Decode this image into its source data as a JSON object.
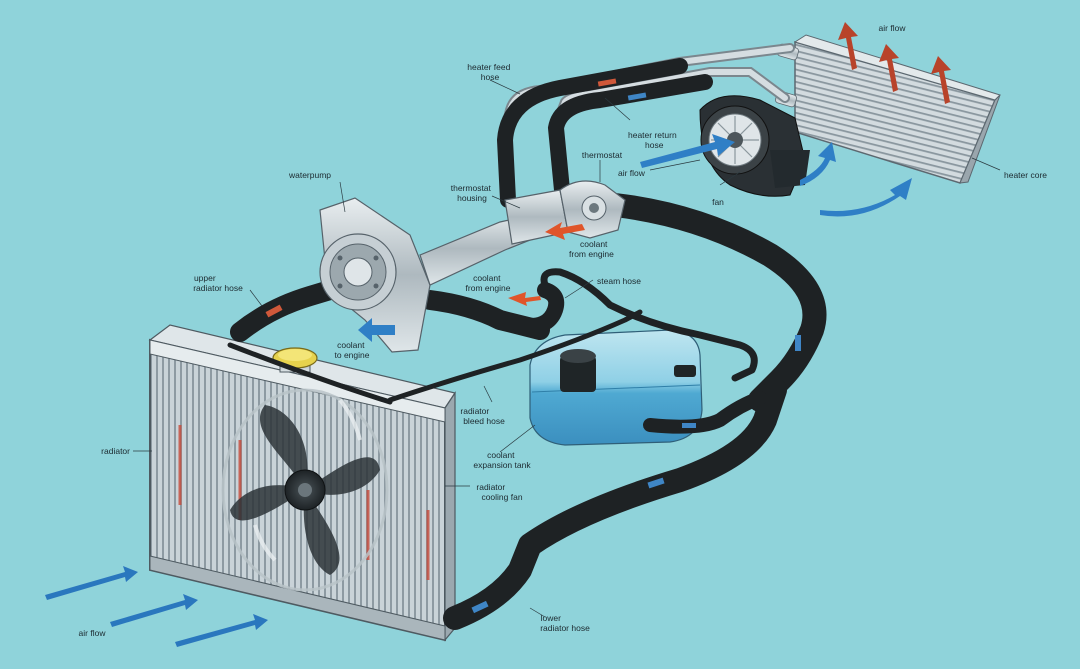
{
  "colors": {
    "background": "#8fd3da",
    "hose": "#1e2224",
    "metal": "#c4ced4",
    "hot_arrow": "#e0552a",
    "cool_arrow": "#2f7fc6",
    "tank": "#6ec3de"
  },
  "labels": {
    "air_flow_top": "air flow",
    "heater_feed_hose": [
      "heater feed",
      "hose"
    ],
    "heater_return_hose": [
      "heater return",
      "hose"
    ],
    "thermostat": "thermostat",
    "air_flow_fan": "air flow",
    "fan": "fan",
    "heater_core": "heater core",
    "waterpump": "waterpump",
    "thermostat_housing": [
      "thermostat",
      "housing"
    ],
    "coolant_from_engine_1": [
      "coolant",
      "from engine"
    ],
    "coolant_from_engine_2": [
      "coolant",
      "from engine"
    ],
    "steam_hose": "steam hose",
    "upper_radiator_hose": [
      "upper",
      "radiator hose"
    ],
    "coolant_to_engine": [
      "coolant",
      "to engine"
    ],
    "radiator": "radiator",
    "radiator_bleed_hose": [
      "radiator",
      "bleed hose"
    ],
    "coolant_expansion_tank": [
      "coolant",
      "expansion tank"
    ],
    "radiator_cooling_fan": [
      "radiator",
      "cooling fan"
    ],
    "air_flow_bottom": "air flow",
    "lower_radiator_hose": [
      "lower",
      "radiator hose"
    ]
  }
}
